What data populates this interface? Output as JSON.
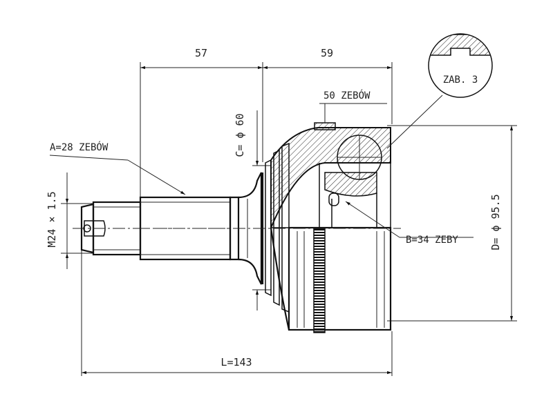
{
  "dimensions": {
    "left_segment": "57",
    "right_segment": "59",
    "total_length": "L=143",
    "outer_teeth": "50 ZEBÓW",
    "inner_spline": "A=28 ZEBÓW",
    "thread": "M24 × 1.5",
    "collar_diameter": "C= ϕ 60",
    "outer_diameter": "D= ϕ 95.5",
    "ball_spline": "B=34 ZEBY"
  },
  "detail_label": "ZAB. 3"
}
